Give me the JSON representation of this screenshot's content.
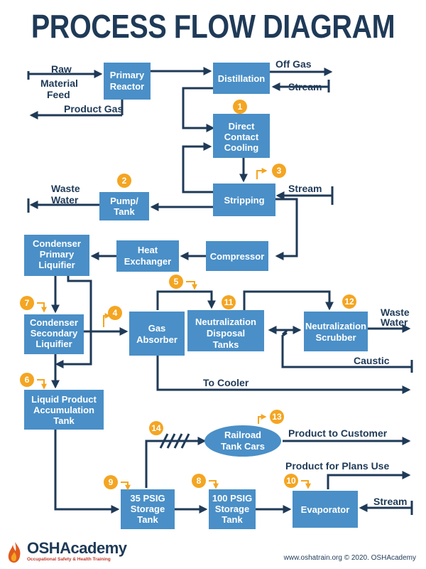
{
  "title": "PROCESS FLOW DIAGRAM",
  "nodes": {
    "primary_reactor": [
      "Primary",
      "Reactor"
    ],
    "distillation": [
      "Distillation"
    ],
    "direct_contact_cooling": [
      "Direct",
      "Contact",
      "Cooling"
    ],
    "stripping": [
      "Stripping"
    ],
    "pump_tank": [
      "Pump/",
      "Tank"
    ],
    "compressor": [
      "Compressor"
    ],
    "heat_exchanger": [
      "Heat",
      "Exchanger"
    ],
    "condenser_primary": [
      "Condenser",
      "Primary",
      "Liquifier"
    ],
    "condenser_secondary": [
      "Condenser",
      "Secondary",
      "Liquifier"
    ],
    "gas_absorber": [
      "Gas",
      "Absorber"
    ],
    "neutralization_tanks": [
      "Neutralization",
      "Disposal",
      "Tanks"
    ],
    "neutralization_scrubber": [
      "Neutralization",
      "Scrubber"
    ],
    "liquid_product_tank": [
      "Liquid Product",
      "Accumulation",
      "Tank"
    ],
    "railroad_tank_cars": [
      "Railroad",
      "Tank Cars"
    ],
    "storage_35": [
      "35 PSIG",
      "Storage",
      "Tank"
    ],
    "storage_100": [
      "100 PSIG",
      "Storage",
      "Tank"
    ],
    "evaporator": [
      "Evaporator"
    ]
  },
  "labels": {
    "raw_feed": [
      "Raw",
      "Material",
      "Feed"
    ],
    "product_gas": "Product Gas",
    "off_gas": "Off Gas",
    "stream_distillation": "Stream",
    "stream_stripping": "Stream",
    "waste_water_left": [
      "Waste",
      "Water"
    ],
    "waste_water_right": [
      "Waste",
      "Water"
    ],
    "caustic": "Caustic",
    "to_cooler": "To Cooler",
    "product_to_customer": "Product to Customer",
    "product_for_plans_use": "Product for Plans Use",
    "stream_evaporator": "Stream"
  },
  "badges": [
    "1",
    "2",
    "3",
    "4",
    "5",
    "6",
    "7",
    "8",
    "9",
    "10",
    "11",
    "12",
    "13",
    "14"
  ],
  "colors": {
    "box": "#4a8fc7",
    "line": "#1f3a57",
    "badge": "#f4a522",
    "title": "#1f3a57"
  },
  "logo": {
    "name": "OSHAcademy",
    "tagline": "Occupational Safety & Health Training"
  },
  "footer": "www.oshatrain.org © 2020. OSHAcademy"
}
